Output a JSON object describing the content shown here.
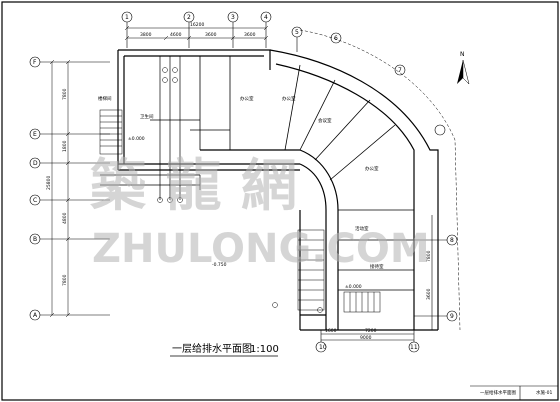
{
  "drawing": {
    "title": "一层给排水平面图",
    "scale": "1:100",
    "north_label": "N",
    "watermark_cn": "築 龍 網",
    "watermark_en": "ZHULONG.COM",
    "axis_top": [
      "1",
      "2",
      "3",
      "4",
      "5"
    ],
    "axis_left": [
      "F",
      "E",
      "D",
      "C",
      "B",
      "A"
    ],
    "axis_curve": [
      "6",
      "7"
    ],
    "axis_right": [
      "8",
      "9"
    ],
    "axis_bottom": [
      "10",
      "11"
    ],
    "dims_top": [
      "3800",
      "4600",
      "3600",
      "3600"
    ],
    "dim_top_total": "16200",
    "dims_left": [
      "7800",
      "1800",
      "4800",
      "7800"
    ],
    "dim_left_total": "25800",
    "dims_bottom": [
      "1600",
      "7200"
    ],
    "dim_bottom_total": "9000",
    "dims_right": [
      "7800",
      "3600"
    ],
    "level_marks": [
      "±0.000",
      "-0.750",
      "±0.000"
    ],
    "rooms": [
      "办公室",
      "办公室",
      "会议室",
      "办公室",
      "接待室",
      "活动室",
      "卫生间",
      "楼梯间"
    ],
    "title_block": [
      "一层给排水平面图",
      "水施-01"
    ]
  }
}
